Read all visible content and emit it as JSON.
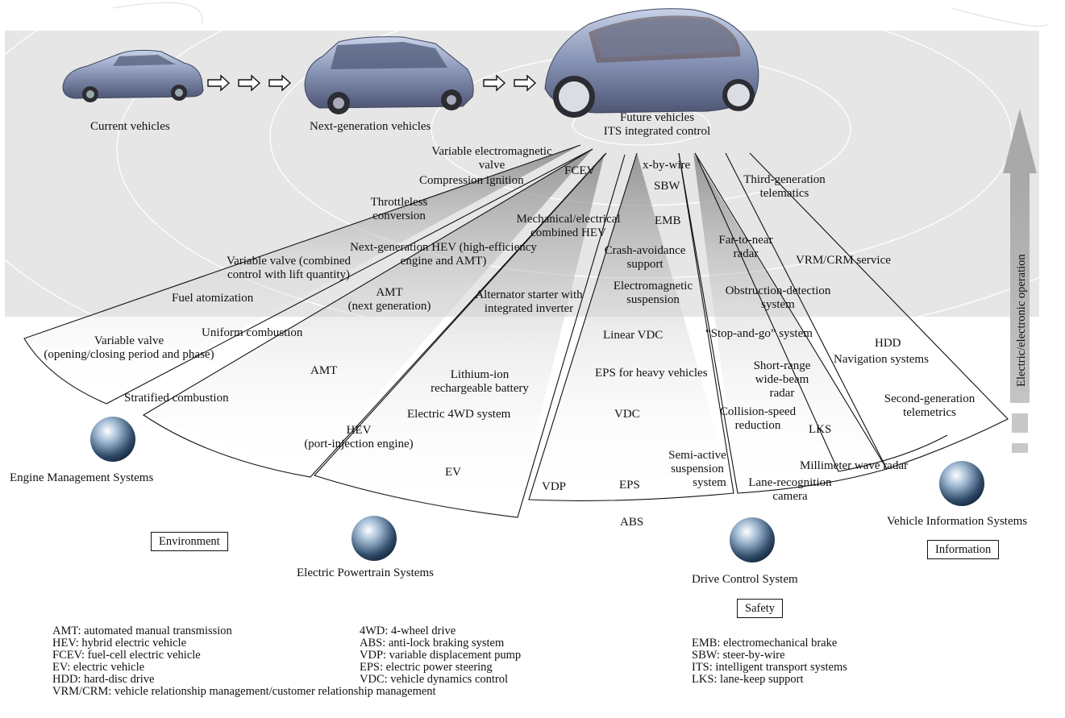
{
  "vehicles": {
    "current": "Current vehicles",
    "next": "Next-generation vehicles",
    "future_line1": "Future vehicles",
    "future_line2": "ITS integrated control"
  },
  "systems": {
    "engine": "Engine Management Systems",
    "powertrain": "Electric Powertrain Systems",
    "drive": "Drive Control System",
    "info": "Vehicle Information Systems"
  },
  "categories": {
    "environment": "Environment",
    "safety": "Safety",
    "information": "Information"
  },
  "axis_label": "Electric/electronic operation",
  "engine_items": {
    "var_em_valve_1": "Variable electromagnetic",
    "var_em_valve_2": "valve",
    "compression": "Compression ignition",
    "throttleless_1": "Throttleless",
    "throttleless_2": "conversion",
    "var_valve_combined_1": "Variable valve (combined",
    "var_valve_combined_2": "control with lift quantity)",
    "fuel_atomization": "Fuel atomization",
    "uniform": "Uniform combustion",
    "var_valve_1": "Variable valve",
    "var_valve_2": "(opening/closing period and phase)",
    "stratified": "Stratified combustion"
  },
  "powertrain_items": {
    "fcev": "FCEV",
    "mech_elec_1": "Mechanical/electrical",
    "mech_elec_2": "combined HEV",
    "next_hev_1": "Next-generation HEV (high-efficiency",
    "next_hev_2": "engine and AMT)",
    "amt_next_1": "AMT",
    "amt_next_2": "(next generation)",
    "alternator_1": "Alternator starter with",
    "alternator_2": "integrated inverter",
    "amt": "AMT",
    "lithium_1": "Lithium-ion",
    "lithium_2": "rechargeable battery",
    "electric_4wd": "Electric 4WD system",
    "hev_1": "HEV",
    "hev_2": "(port-injection engine)",
    "ev": "EV"
  },
  "drive_items": {
    "xbw": "x-by-wire",
    "sbw": "SBW",
    "emb": "EMB",
    "crash_1": "Crash-avoidance",
    "crash_2": "support",
    "em_susp_1": "Electromagnetic",
    "em_susp_2": "suspension",
    "linear_vdc": "Linear VDC",
    "eps_heavy": "EPS for heavy vehicles",
    "vdc": "VDC",
    "semi_1": "Semi-active",
    "semi_2": "suspension",
    "semi_3": "system",
    "vdp": "VDP",
    "eps": "EPS",
    "abs": "ABS"
  },
  "info_items": {
    "third_1": "Third-generation",
    "third_2": "telematics",
    "far_near_1": "Far-to-near",
    "far_near_2": "radar",
    "vrm": "VRM/CRM service",
    "obstruction_1": "Obstruction-detection",
    "obstruction_2": "system",
    "stopgo": "“Stop-and-go” system",
    "hdd": "HDD",
    "nav": "Navigation systems",
    "short_1": "Short-range",
    "short_2": "wide-beam",
    "short_3": "radar",
    "collision_1": "Collision-speed",
    "collision_2": "reduction",
    "second_1": "Second-generation",
    "second_2": "telemetrics",
    "lks": "LKS",
    "mmwave": "Millimeter wave radar",
    "lane_1": "Lane-recognition",
    "lane_2": "camera"
  },
  "legend_left": [
    "AMT: automated manual transmission",
    "HEV: hybrid electric vehicle",
    "FCEV: fuel-cell electric vehicle",
    "EV: electric vehicle",
    "HDD: hard-disc drive",
    "VRM/CRM: vehicle relationship management/customer relationship management"
  ],
  "legend_mid": [
    "4WD: 4-wheel drive",
    "ABS: anti-lock braking system",
    "VDP: variable displacement pump",
    "EPS: electric power steering",
    "VDC: vehicle dynamics control"
  ],
  "legend_right": [
    "EMB: electromechanical brake",
    "SBW: steer-by-wire",
    "ITS: intelligent transport systems",
    "LKS: lane-keep support"
  ]
}
